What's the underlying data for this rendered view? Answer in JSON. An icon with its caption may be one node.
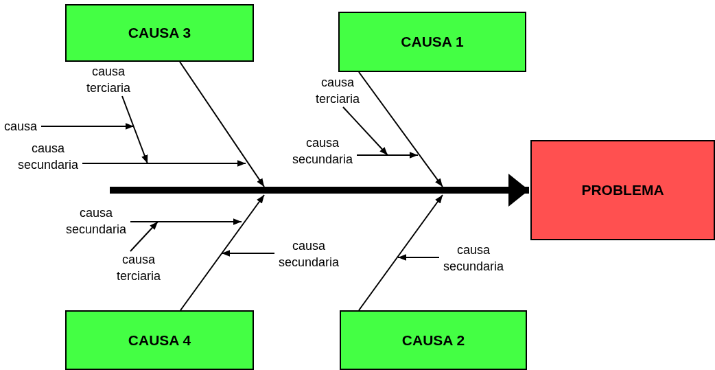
{
  "diagram": {
    "nodes": [
      {
        "text": [
          "CAUSA 3"
        ]
      },
      {
        "text": [
          "CAUSA 1"
        ]
      },
      {
        "text": [
          "PROBLEMA"
        ]
      },
      {
        "text": [
          "CAUSA 4"
        ]
      },
      {
        "text": [
          "CAUSA 2"
        ]
      },
      {
        "text": [
          "causa"
        ]
      },
      {
        "text": [
          "causa terciaria"
        ]
      },
      {
        "text": [
          "causa secundaria"
        ]
      },
      {
        "text": [
          "causa terciaria"
        ]
      },
      {
        "text": [
          "causa secundaria"
        ]
      },
      {
        "text": [
          "causa secundaria"
        ]
      },
      {
        "text": [
          "causa terciaria"
        ]
      },
      {
        "text": [
          "causa secundaria"
        ]
      },
      {
        "text": [
          "causa secundaria"
        ]
      }
    ],
    "edges": [
      {
        "from": 0,
        "to": null,
        "arrow": "to"
      },
      {
        "from": 1,
        "to": null,
        "arrow": "to"
      },
      {
        "from": 3,
        "to": null,
        "arrow": "to"
      },
      {
        "from": 4,
        "to": null,
        "arrow": "to"
      },
      {
        "from": null,
        "to": 2,
        "arrow": "to",
        "style": "thick"
      },
      {
        "from": 5,
        "to": null,
        "arrow": "to"
      },
      {
        "from": 6,
        "to": null,
        "arrow": "to"
      },
      {
        "from": 7,
        "to": null,
        "arrow": "to"
      },
      {
        "from": 8,
        "to": null,
        "arrow": "to"
      },
      {
        "from": 9,
        "to": null,
        "arrow": "to"
      },
      {
        "from": 10,
        "to": null,
        "arrow": "to"
      },
      {
        "from": 11,
        "to": null,
        "arrow": "to"
      },
      {
        "from": 12,
        "to": null,
        "arrow": "to"
      },
      {
        "from": 13,
        "to": null,
        "arrow": "to"
      }
    ]
  }
}
